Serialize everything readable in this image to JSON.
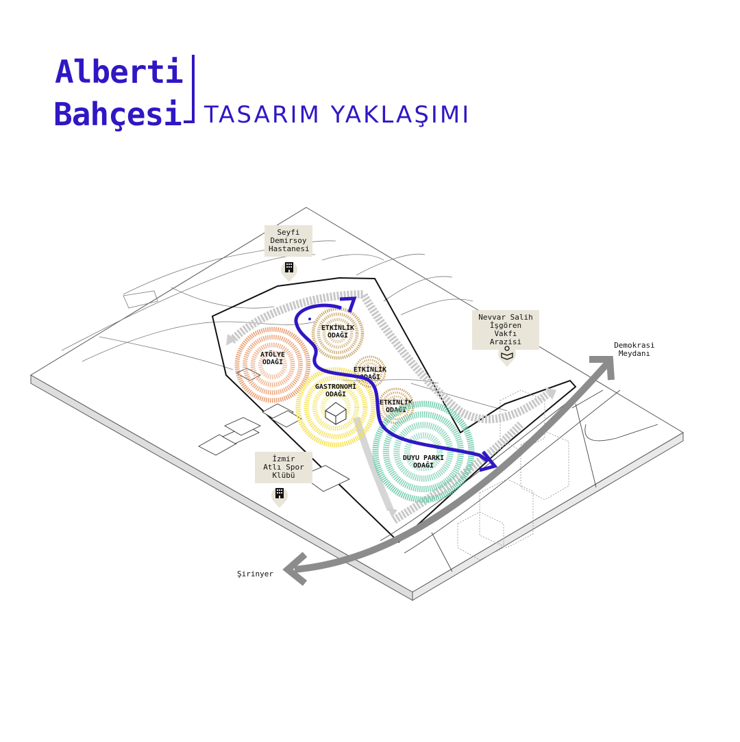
{
  "title": {
    "line1": "Alberti",
    "line2": "Bahçesi",
    "subtitle": "TASARIM YAKLAŞIMI"
  },
  "poi": {
    "hospital": "Seyfi\nDemirsoy\nHastanesi",
    "vakfi": "Nevvar Salih\nİşgören Vakfı\nArazisi",
    "club": "İzmir\nAtlı Spor\nKlübü"
  },
  "places": {
    "demokrasi": "Demokrasi\nMeydanı",
    "sirinyer": "Şirinyer"
  },
  "zones": {
    "etkinlik_1": [
      "ETKİNLİK",
      "ODAĞI"
    ],
    "atolye": [
      "ATÖLYE",
      "ODAĞI"
    ],
    "etkinlik_2": [
      "ETKİNLİK",
      "ODAĞI"
    ],
    "gastronomi": [
      "GASTRONOMİ",
      "ODAĞI"
    ],
    "etkinlik_3": [
      "ETKİNLİK",
      "ODAĞI"
    ],
    "duyu": [
      "DUYU PARKI",
      "ODAĞI"
    ]
  },
  "icons": {
    "hospital": "building-icon",
    "vakfi": "reading-person-icon",
    "club": "building-icon",
    "pavilion": "house-icon"
  },
  "colors": {
    "primary": "#2f17c4",
    "atolye": "#e89a6a",
    "gastronomi": "#f3e04a",
    "etkinlik": "#c9a66b",
    "duyu": "#6cc9ab",
    "circulation": "#c8c8c8",
    "road_arrow": "#8c8c8c",
    "label_bg": "#e9e5d9"
  }
}
